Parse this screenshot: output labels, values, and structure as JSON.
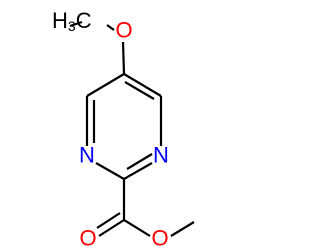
{
  "molecule": {
    "atoms": {
      "methoxy_group": {
        "prefix": "H",
        "subscript": "3",
        "element": "C"
      },
      "methoxy_oxygen": {
        "symbol": "O"
      },
      "ring_n1": {
        "symbol": "N"
      },
      "ring_n3": {
        "symbol": "N"
      },
      "carbonyl_oxygen": {
        "symbol": "O"
      },
      "ester_oxygen": {
        "symbol": "O"
      }
    },
    "colors": {
      "carbon": "#000000",
      "oxygen": "#ff0000",
      "nitrogen": "#0000ff",
      "bond": "#000000"
    }
  }
}
